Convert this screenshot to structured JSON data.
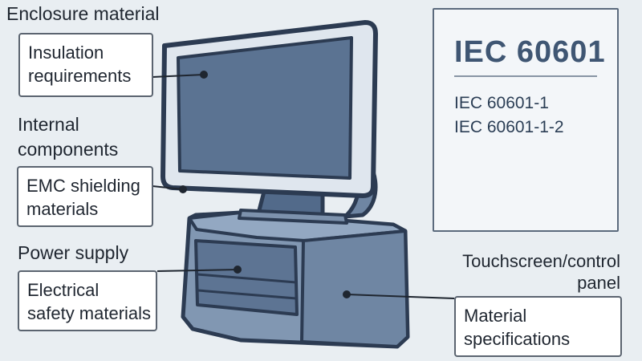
{
  "headings": {
    "enclosure": [
      "Enclosure material"
    ],
    "internal": [
      "Internal",
      "components"
    ],
    "power": [
      "Power supply"
    ],
    "touchscreen": [
      "Touchscreen/control",
      "panel"
    ]
  },
  "callouts": {
    "insulation": [
      "Insulation",
      "requirements"
    ],
    "emc": [
      "EMC shielding",
      "materials"
    ],
    "electrical": [
      "Electrical",
      "safety materials"
    ],
    "material": [
      "Material",
      "specifications"
    ]
  },
  "standards": {
    "title": "IEC 60601",
    "items": [
      "IEC 60601-1",
      "IEC 60601-1-2"
    ]
  },
  "colors": {
    "background": "#e9eef2",
    "screen": "#5b7392",
    "device_body": "#7d92ad",
    "outline": "#2c3b52",
    "standard_text": "#3f5673"
  }
}
